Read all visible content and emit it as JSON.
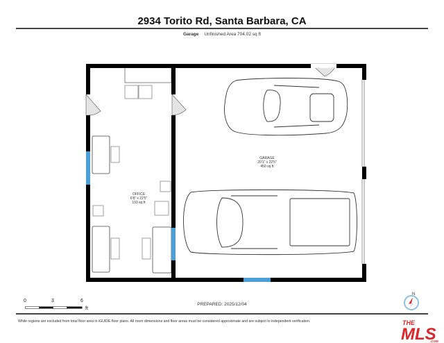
{
  "header": {
    "title": "2934 Torito Rd, Santa Barbara, CA",
    "level_name": "Garage",
    "area_summary": "Unfinished Area 704.02 sq ft"
  },
  "rooms": [
    {
      "name": "OFFICE",
      "dimensions": "6'8\" x 22'5\"",
      "area": "193 sq ft"
    },
    {
      "name": "GARAGE",
      "dimensions": "20'1\" x 22'5\"",
      "area": "450 sq ft"
    }
  ],
  "scale_bar": {
    "ticks": [
      "0",
      "3",
      "6"
    ],
    "unit": "ft"
  },
  "footer": {
    "prepared": "PREPARED: 2025/12/04",
    "disclaimer": "While regions are excluded from total floor area in iGUIDE floor plans. All room dimensions and floor areas must be considered approximate and are subject to independent verification."
  },
  "compass": {
    "label": "N",
    "needle_color": "#d9262b",
    "ring_color": "#8fbfe3"
  },
  "logo": {
    "text_top": "THE",
    "text_main": "MLS",
    "text_sub": ".COM",
    "color": "#d9262b"
  },
  "colors": {
    "wall": "#000000",
    "window": "#4a9fd6",
    "fixture": "#888888",
    "door_swing": "#dddddd"
  }
}
